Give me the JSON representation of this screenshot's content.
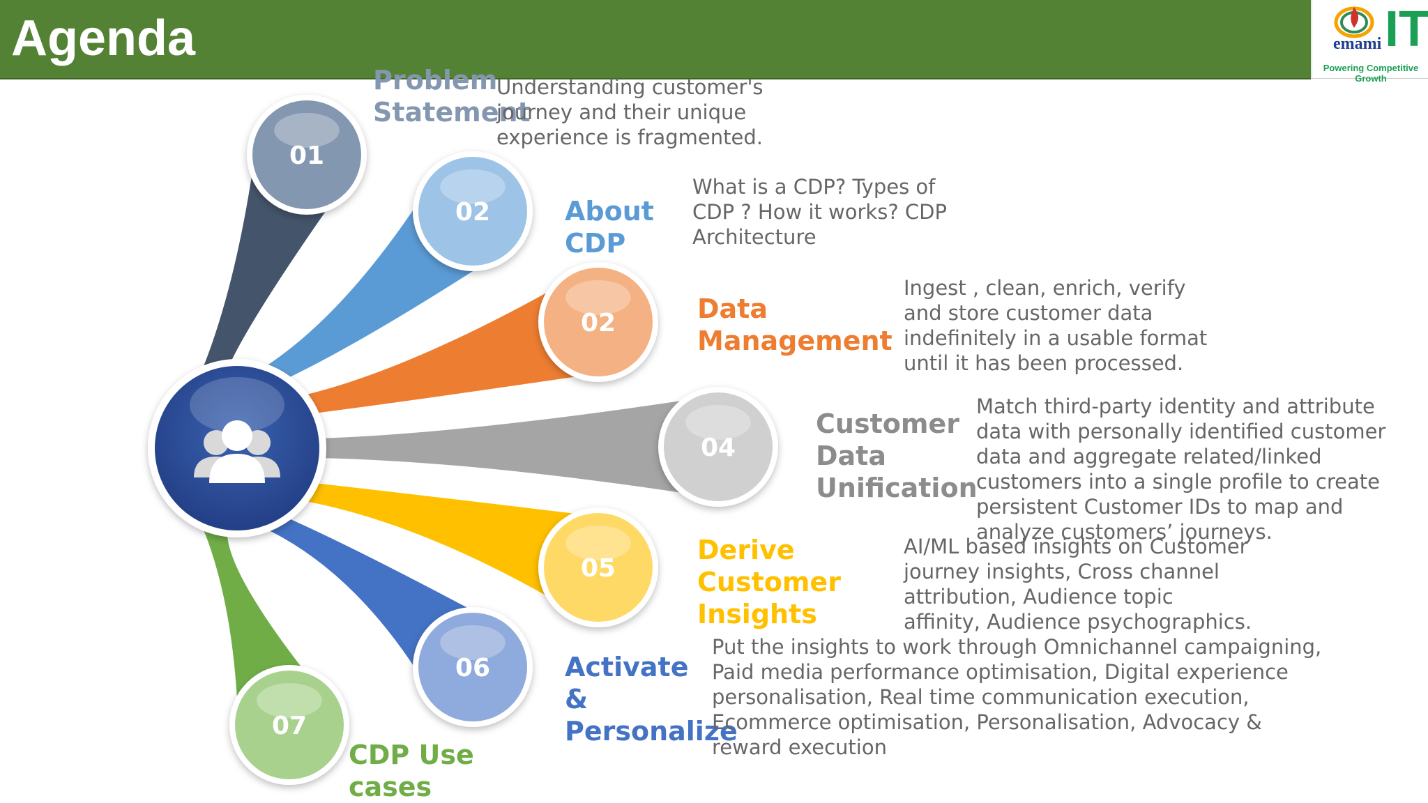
{
  "header": {
    "title": "Agenda"
  },
  "logo": {
    "brand": "emami",
    "suffix": "IT",
    "tagline": "Powering Competitive Growth"
  },
  "hub": {
    "icon": "users-icon"
  },
  "items": [
    {
      "number": "01",
      "label": "Problem Statement",
      "description": "Understanding customer's journey and their unique experience is fragmented.",
      "color": "#44546a",
      "circle_color": "#8497b0"
    },
    {
      "number": "02",
      "label": "About CDP",
      "description": "What is a CDP? Types of CDP ? How it works? CDP Architecture",
      "color": "#5b9bd5",
      "circle_color": "#9dc3e6"
    },
    {
      "number": "02",
      "label": "Data Management",
      "description": "Ingest , clean, enrich, verify and store customer data indefinitely in a usable format until it has been processed.",
      "color": "#ed7d31",
      "circle_color": "#f4b183"
    },
    {
      "number": "04",
      "label": "Customer Data Unification",
      "description": "Match third-party identity and attribute data with personally identified customer data and aggregate related/linked customers into a single profile to create persistent Customer IDs to map and analyze customers’ journeys.",
      "color": "#a5a5a5",
      "circle_color": "#d0d0d0"
    },
    {
      "number": "05",
      "label": "Derive Customer Insights",
      "description": "AI/ML based insights on Customer journey insights, Cross channel attribution, Audience topic affinity, Audience psychographics.",
      "color": "#ffc000",
      "circle_color": "#ffd966"
    },
    {
      "number": "06",
      "label": "Activate & Personalize",
      "description": "Put the insights to work through Omnichannel campaigning, Paid media performance optimisation, Digital experience personalisation, Real time communication execution, Ecommerce optimisation, Personalisation, Advocacy & reward execution",
      "color": "#4472c4",
      "circle_color": "#8faadc"
    },
    {
      "number": "07",
      "label": "CDP Use cases",
      "description": "",
      "color": "#70ad47",
      "circle_color": "#a9d18e"
    }
  ]
}
